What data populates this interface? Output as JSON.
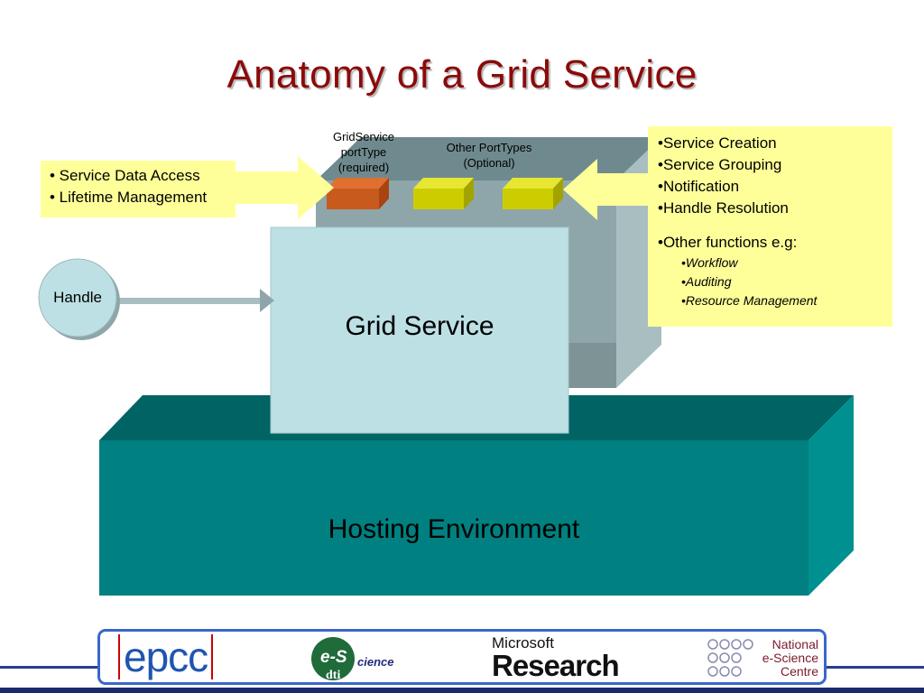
{
  "title": "Anatomy of a Grid Service",
  "left_box": {
    "items": [
      "• Service Data Access",
      "• Lifetime Management"
    ]
  },
  "right_box": {
    "items": [
      "•Service Creation",
      "•Service Grouping",
      "•Notification",
      "•Handle Resolution"
    ],
    "other_heading": "•Other functions e.g:",
    "sub_items": [
      "•Workflow",
      "•Auditing",
      "•Resource Management"
    ]
  },
  "porttypes": {
    "gridservice_label": [
      "GridService",
      "portType",
      "(required)"
    ],
    "other_label": [
      "Other PortTypes",
      "(Optional)"
    ]
  },
  "grid_service_label": "Grid Service",
  "hosting_label": "Hosting Environment",
  "handle_label": "Handle",
  "logos": {
    "epcc": "epcc",
    "escience_main": "e-S",
    "escience_suffix": "cience",
    "escience_dti": "dti",
    "microsoft": "Microsoft",
    "research": "Research",
    "nesc": [
      "National",
      "e-Science",
      "Centre"
    ]
  },
  "colors": {
    "title": "#8b0a0a",
    "yellow_box": "#ffff99",
    "grid_service": "#bde0e4",
    "hosting_front": "#008080",
    "hosting_top": "#006464",
    "required_porttype": "#c95a1e",
    "optional_porttype": "#cccc00"
  }
}
